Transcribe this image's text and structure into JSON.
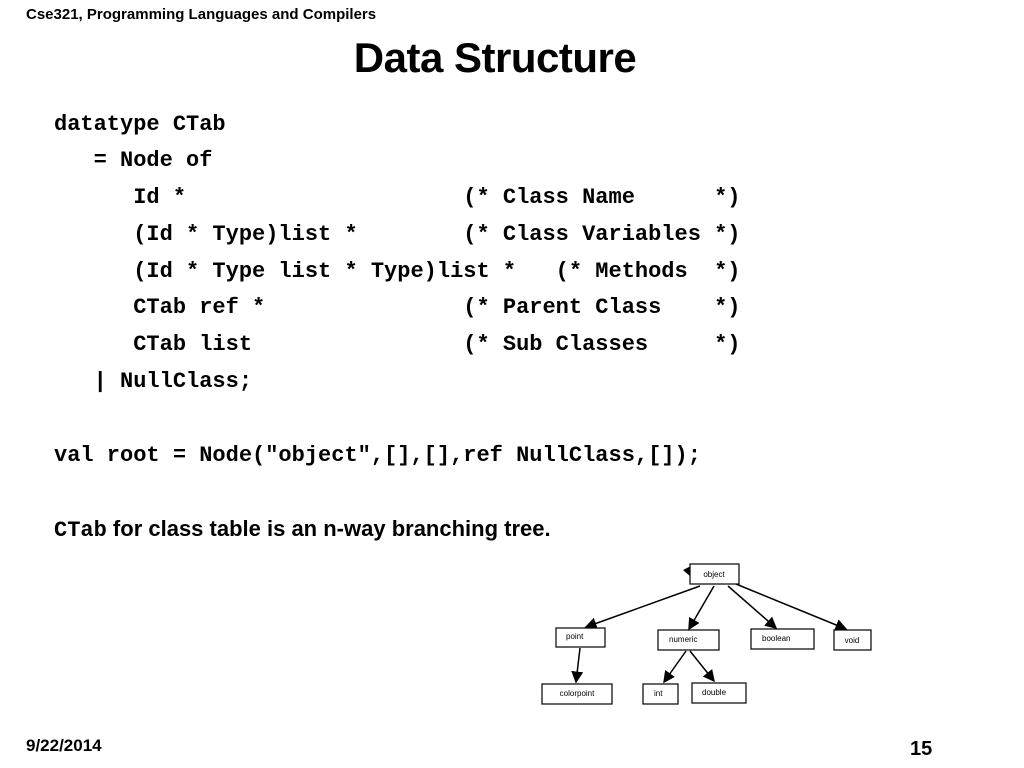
{
  "header": {
    "course": "Cse321, Programming Languages and Compilers",
    "title": "Data Structure"
  },
  "code": {
    "lines": [
      "datatype CTab",
      "   = Node of",
      "      Id *                     (* Class Name      *)",
      "      (Id * Type)list *        (* Class Variables *)",
      "      (Id * Type list * Type)list *   (* Methods  *)",
      "      CTab ref *               (* Parent Class    *)",
      "      CTab list                (* Sub Classes     *)",
      "   | NullClass;",
      "val root = Node(\"object\",[],[],ref NullClass,[]);"
    ]
  },
  "description": {
    "code_term": "CTab",
    "text": " for class table is an n-way branching tree."
  },
  "tree": {
    "nodes": {
      "object": "object",
      "point": "point",
      "numeric": "numeric",
      "boolean": "boolean",
      "void": "void",
      "colorpoint": "colorpoint",
      "int": "int",
      "double": "double"
    }
  },
  "footer": {
    "date": "9/22/2014",
    "page": "15"
  }
}
